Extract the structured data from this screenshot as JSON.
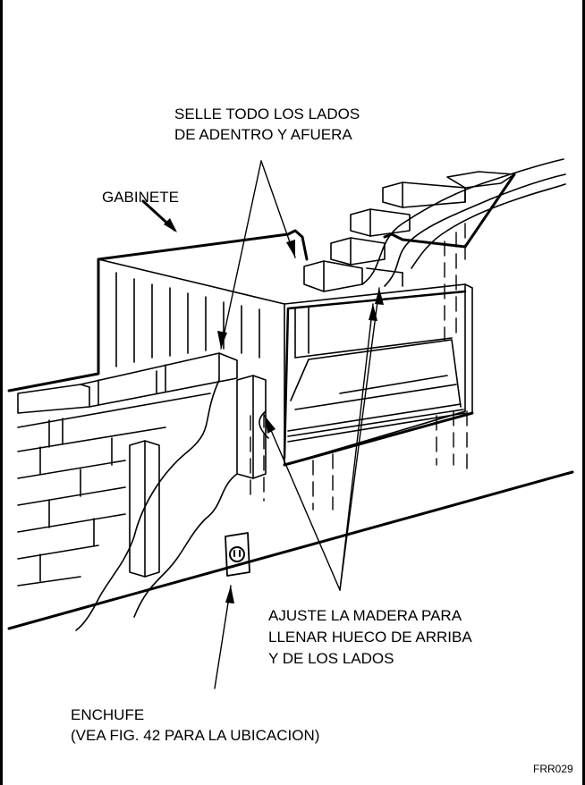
{
  "labels": {
    "seal_line1": "SELLE TODO LOS LADOS",
    "seal_line2": "DE ADENTRO Y AFUERA",
    "cabinet": "GABINETE",
    "wood_line1": "AJUSTE  LA  MADERA PARA",
    "wood_line2": "LLENAR HUECO DE ARRIBA",
    "wood_line3": "Y DE LOS LADOS",
    "outlet_line1": "ENCHUFE",
    "outlet_line2": "(VEA FIG. 42 PARA LA UBICACION)",
    "figure_code": "FRR029"
  },
  "icons": {
    "outlet": "electrical-outlet-icon"
  }
}
